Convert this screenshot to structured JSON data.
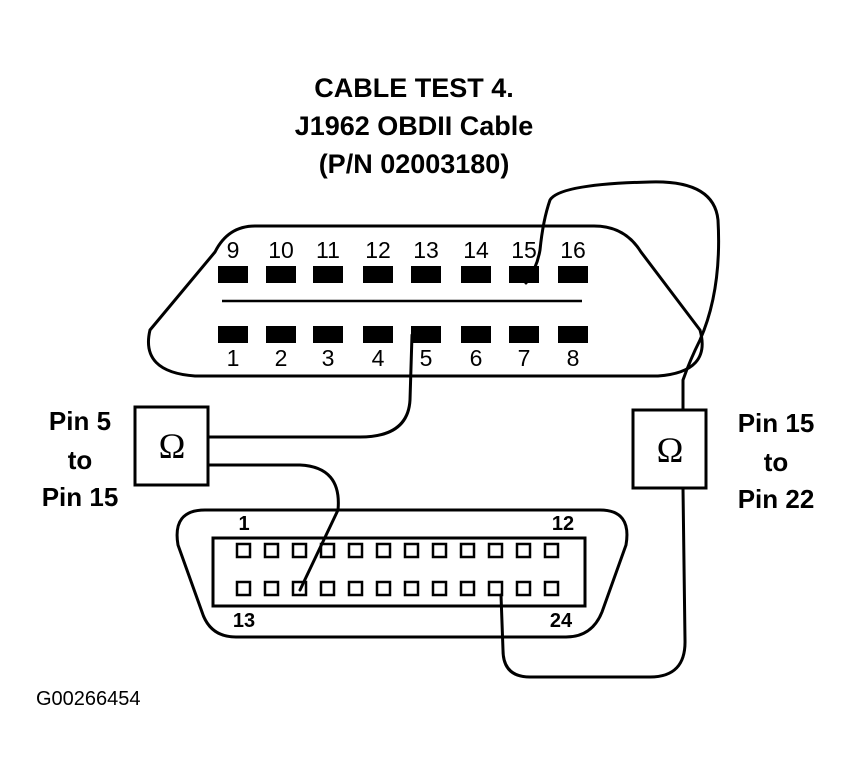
{
  "title": {
    "line1": "CABLE TEST 4.",
    "line2": "J1962 OBDII Cable",
    "line3": "(P/N  02003180)"
  },
  "obd_connector": {
    "top_pins": [
      "9",
      "10",
      "11",
      "12",
      "13",
      "14",
      "15",
      "16"
    ],
    "bottom_pins": [
      "1",
      "2",
      "3",
      "4",
      "5",
      "6",
      "7",
      "8"
    ]
  },
  "db25_connector": {
    "label_top_left": "1",
    "label_top_right": "12",
    "label_bottom_left": "13",
    "label_bottom_right": "24"
  },
  "meter_left": {
    "symbol": "Ω",
    "caption_line1": "Pin 5",
    "caption_line2": "to",
    "caption_line3": "Pin 15"
  },
  "meter_right": {
    "symbol": "Ω",
    "caption_line1": "Pin 15",
    "caption_line2": "to",
    "caption_line3": "Pin 22"
  },
  "figure_id": "G00266454"
}
